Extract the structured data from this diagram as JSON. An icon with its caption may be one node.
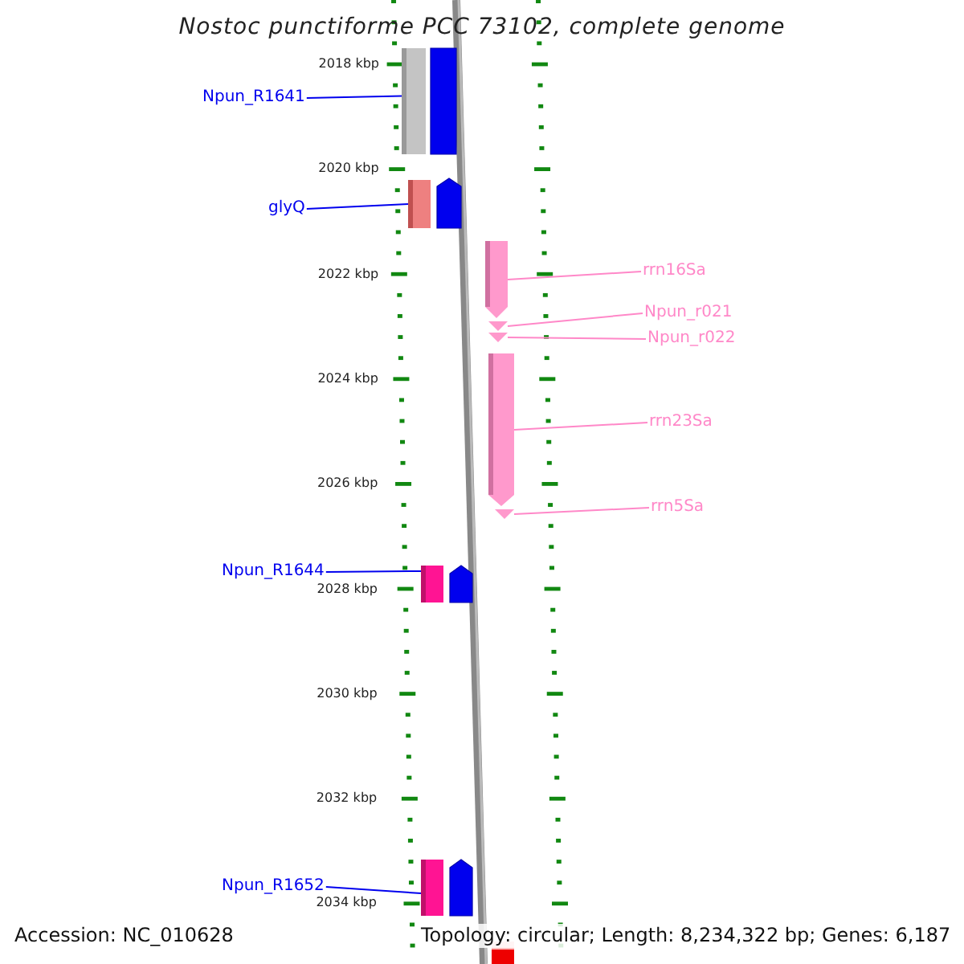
{
  "diagram": {
    "title": "Nostoc punctiforme PCC 73102, complete genome",
    "nodes": [
      {
        "text": [
          "Npun_R1641"
        ]
      },
      {
        "text": [],
        "shape": "bar"
      },
      {
        "text": [
          "glyQ"
        ]
      },
      {
        "text": [],
        "shape": "bar"
      },
      {
        "text": [
          "rrn16Sa"
        ]
      },
      {
        "text": [],
        "shape": "arrow"
      },
      {
        "text": [
          "Npun_r021"
        ]
      },
      {
        "text": [],
        "shape": "triangle"
      },
      {
        "text": [
          "Npun_r022"
        ]
      },
      {
        "text": [],
        "shape": "triangle"
      },
      {
        "text": [
          "rrn23Sa"
        ]
      },
      {
        "text": [],
        "shape": "arrow"
      },
      {
        "text": [
          "rrn5Sa"
        ]
      },
      {
        "text": [],
        "shape": "triangle"
      },
      {
        "text": [
          "Npun_R1644"
        ]
      },
      {
        "text": [],
        "shape": "bar"
      },
      {
        "text": [
          "Npun_R1652"
        ]
      },
      {
        "text": [],
        "shape": "bar"
      }
    ],
    "edges": [
      {
        "from": 0,
        "to": 1,
        "arrow": "none",
        "color": "#0000ee"
      },
      {
        "from": 2,
        "to": 3,
        "arrow": "none",
        "color": "#0000ee"
      },
      {
        "from": 4,
        "to": 5,
        "arrow": "none",
        "color": "#ff88c8"
      },
      {
        "from": 6,
        "to": 7,
        "arrow": "none",
        "color": "#ff88c8"
      },
      {
        "from": 8,
        "to": 9,
        "arrow": "none",
        "color": "#ff88c8"
      },
      {
        "from": 10,
        "to": 11,
        "arrow": "none",
        "color": "#ff88c8"
      },
      {
        "from": 12,
        "to": 13,
        "arrow": "none",
        "color": "#ff88c8"
      },
      {
        "from": 14,
        "to": 15,
        "arrow": "none",
        "color": "#0000ee"
      },
      {
        "from": 16,
        "to": 17,
        "arrow": "none",
        "color": "#0000ee"
      }
    ],
    "labels": [
      "2018 kbp",
      "2020 kbp",
      "2022 kbp",
      "2024 kbp",
      "2026 kbp",
      "2028 kbp",
      "2030 kbp",
      "2032 kbp",
      "2034 kbp",
      "Accession: NC_010628",
      "Topology: circular; Length: 8,234,322 bp; Genes: 6,187"
    ]
  }
}
